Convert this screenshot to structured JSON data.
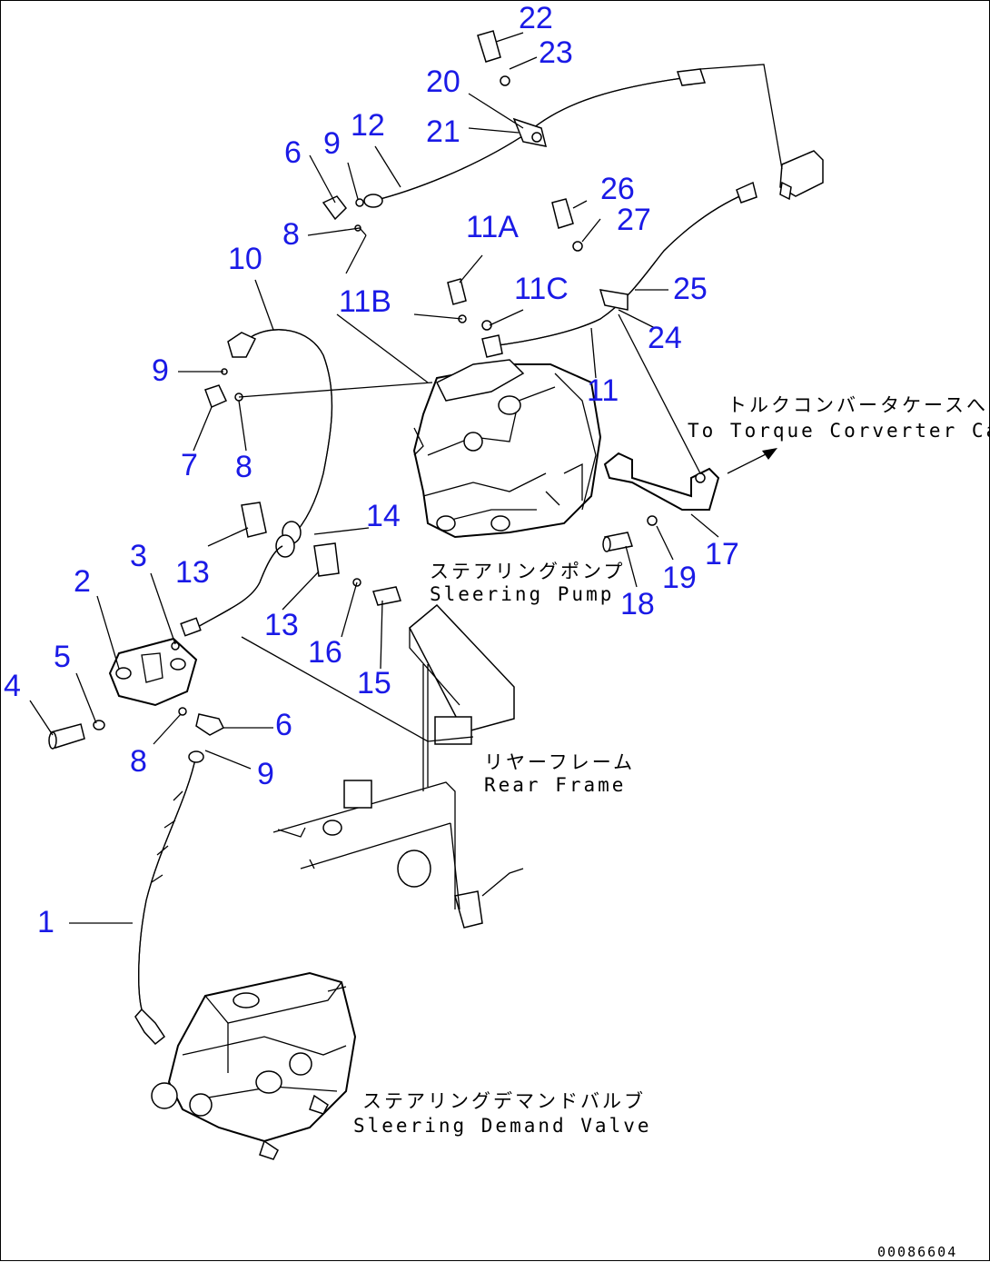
{
  "callouts": {
    "p1": "1",
    "p2": "2",
    "p3": "3",
    "p4": "4",
    "p5": "5",
    "p6a": "6",
    "p6b": "6",
    "p7": "7",
    "p8a": "8",
    "p8b": "8",
    "p8c": "8",
    "p9a": "9",
    "p9b": "9",
    "p9c": "9",
    "p10": "10",
    "p11": "11",
    "p11A": "11A",
    "p11B": "11B",
    "p11C": "11C",
    "p12": "12",
    "p13a": "13",
    "p13b": "13",
    "p14": "14",
    "p15": "15",
    "p16": "16",
    "p17": "17",
    "p18": "18",
    "p19": "19",
    "p20": "20",
    "p21": "21",
    "p22": "22",
    "p23": "23",
    "p24": "24",
    "p25": "25",
    "p26": "26",
    "p27": "27"
  },
  "notes": {
    "torque_jp": "トルクコンバータケースへ",
    "torque_en": "To Torque Corverter Case",
    "pump_jp": "ステアリングポンプ",
    "pump_en": "Sleering Pump",
    "frame_jp": "リヤーフレーム",
    "frame_en": "Rear Frame",
    "valve_jp": "ステアリングデマンドバルブ",
    "valve_en": "Sleering Demand Valve"
  },
  "drawing_code": "00086604",
  "colors": {
    "callout": "#1a1ae6",
    "line": "#000000"
  }
}
